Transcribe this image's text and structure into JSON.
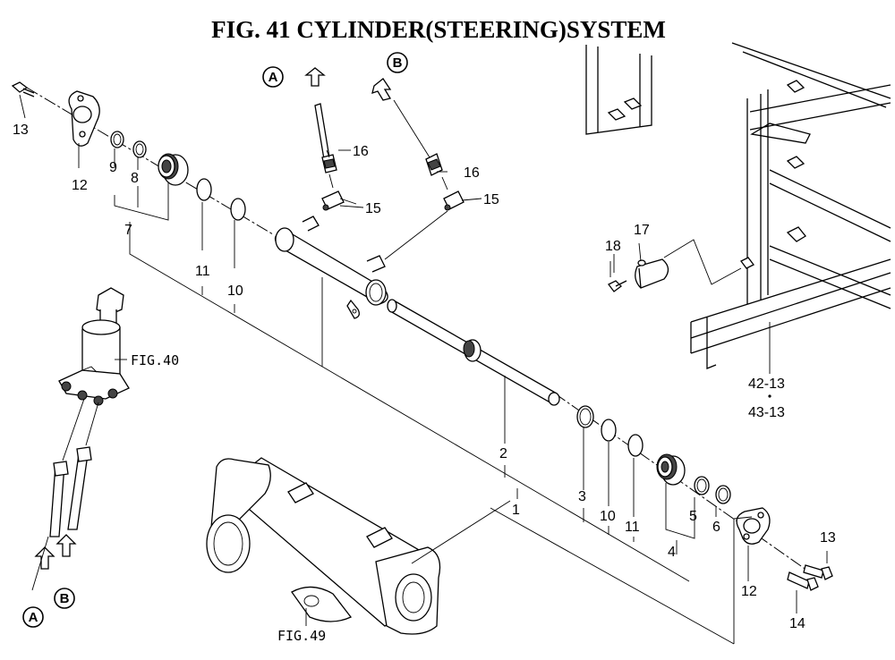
{
  "title": "FIG. 41  CYLINDER(STEERING)SYSTEM",
  "callouts": {
    "c13a": "13",
    "c12a": "12",
    "c9": "9",
    "c8": "8",
    "c7": "7",
    "c11a": "11",
    "c10a": "10",
    "c16a": "16",
    "c15a": "15",
    "c16b": "16",
    "c15b": "15",
    "c18": "18",
    "c17": "17",
    "c42": "42-13",
    "c43": "43-13",
    "c2": "2",
    "c1": "1",
    "c3": "3",
    "c10b": "10",
    "c11b": "11",
    "c4": "4",
    "c5": "5",
    "c6": "6",
    "c12b": "12",
    "c13b": "13",
    "c14": "14"
  },
  "refs": {
    "fig40": "FIG.40",
    "fig49": "FIG.49"
  },
  "markers": {
    "a": "A",
    "b": "B"
  }
}
